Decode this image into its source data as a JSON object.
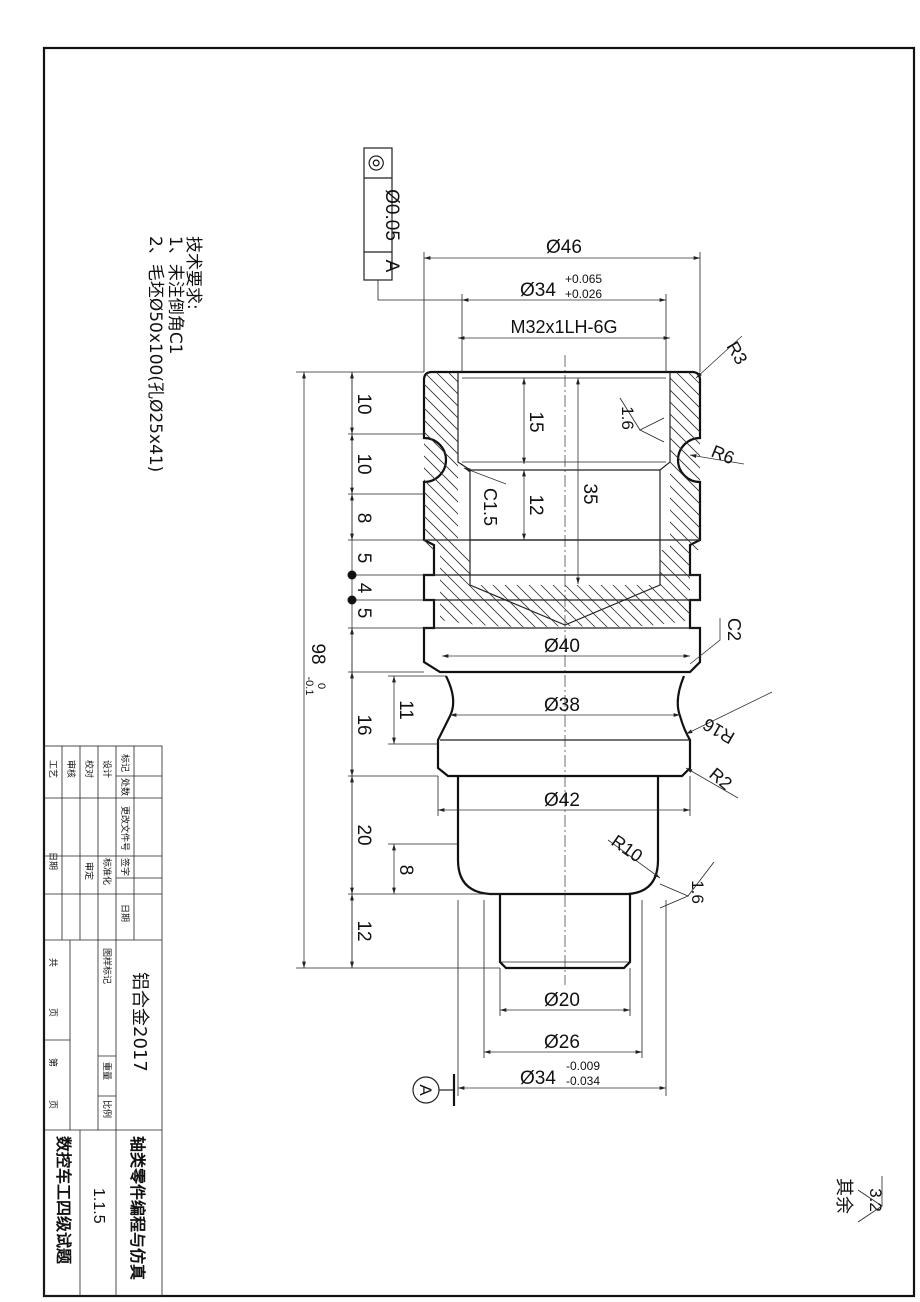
{
  "tech_requirements": {
    "title": "技术要求:",
    "item1": "1、未注倒角C1",
    "item2": "2、毛坯Ø50x100(孔Ø25x41)"
  },
  "tolerance_frame": {
    "symbol": "◎",
    "value": "Ø0.05",
    "datum": "A"
  },
  "dims": {
    "d46": "Ø46",
    "d34_top": "Ø34",
    "d34_top_up": "+0.065",
    "d34_top_lo": "+0.026",
    "thread": "M32x1LH-6G",
    "d40": "Ø40",
    "d38": "Ø38",
    "d42": "Ø42",
    "d20": "Ø20",
    "d26": "Ø26",
    "d34_bot": "Ø34",
    "d34_bot_up": "-0.009",
    "d34_bot_lo": "-0.034",
    "r3": "R3",
    "r6": "R6",
    "r16": "R16",
    "r2": "R2",
    "r10": "R10",
    "c2": "C2",
    "c15": "C1.5",
    "rough_in": "1.6",
    "rough_out": "1.6",
    "len_total": "98",
    "len_total_up": "0",
    "len_total_lo": "-0.1",
    "l10a": "10",
    "l10b": "10",
    "l8": "8",
    "l5a": "5",
    "l4": "4",
    "l5b": "5",
    "l16": "16",
    "l20": "20",
    "l12": "12",
    "l11": "11",
    "l8b": "8",
    "l15": "15",
    "l12b": "12",
    "l35": "35",
    "datum_a": "A"
  },
  "title_block": {
    "material": "铝合金2017",
    "part_name": "轴类零件编程与仿真",
    "exam": "数控车工四级试题",
    "code": "1.1.5",
    "col_labels": [
      "标记",
      "处数",
      "更改文件号",
      "签字",
      "日期"
    ],
    "row_labels": [
      "设计",
      "校对",
      "审核",
      "工艺"
    ],
    "std": "标准化",
    "approve": "审定",
    "date_label": "日期",
    "stage": "图样标记",
    "weight": "重量",
    "scale": "比例",
    "total": "共",
    "sheet": "第",
    "page": "页",
    "page2": "页"
  },
  "surface_note": {
    "label": "其余",
    "value": "3.2"
  }
}
